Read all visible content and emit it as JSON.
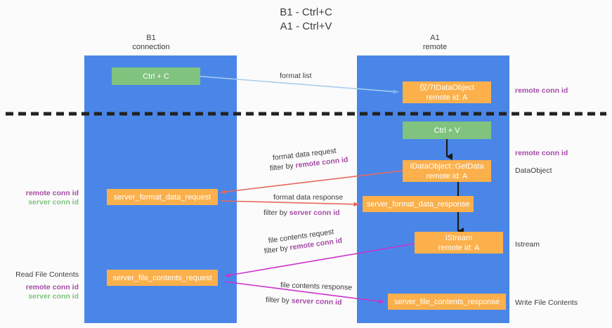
{
  "title": {
    "line1": "B1 - Ctrl+C",
    "line2": "A1 - Ctrl+V"
  },
  "columns": [
    {
      "name": "B1",
      "role": "connection"
    },
    {
      "name": "A1",
      "role": "remote"
    }
  ],
  "boxes": {
    "ctrl_c": {
      "l1": "Ctrl + C",
      "l2": ""
    },
    "idataobject": {
      "l1": "仅/7IDataObject",
      "l2": "remote id: A"
    },
    "ctrl_v": {
      "l1": "Ctrl + V",
      "l2": ""
    },
    "getdata": {
      "l1": "IDataObject::GetData",
      "l2": "remote id: A"
    },
    "fmt_req": {
      "l1": "server_format_data_request",
      "l2": ""
    },
    "fmt_resp": {
      "l1": "server_format_data_response",
      "l2": ""
    },
    "istream": {
      "l1": "IStream",
      "l2": "remote id: A"
    },
    "file_req": {
      "l1": "server_file_contents_request",
      "l2": ""
    },
    "file_resp": {
      "l1": "server_file_contents_response",
      "l2": ""
    }
  },
  "edges": {
    "format_list": "format list",
    "fmt_data_request": "format data request",
    "fmt_filter_remote_pre": "filter by ",
    "fmt_filter_remote": "remote conn id",
    "fmt_data_response": "format data response",
    "fmt_filter_server_pre": "filter by ",
    "fmt_filter_server": "server conn id",
    "file_request": "file contents request",
    "file_filter_remote_pre": "filter by ",
    "file_filter_remote": "remote conn id",
    "file_response": "file contents response",
    "file_filter_server_pre": "filter by ",
    "file_filter_server": "server conn id"
  },
  "side_labels": {
    "right_remote_conn_top": "remote conn id",
    "right_remote_conn_mid": "remote conn id",
    "right_dataobject": "DataObject",
    "right_istream": "Istream",
    "right_write_file": "Write File Contents",
    "left_remote_conn": "remote conn id",
    "left_server_conn": "server conn id",
    "left_read_file": "Read File Contents",
    "left_remote_conn2": "remote conn id",
    "left_server_conn2": "server conn id"
  },
  "colors": {
    "lane": "#4a86e8",
    "green_box": "#7fc37f",
    "orange_box": "#fbb04b",
    "purple_text": "#a64ca6",
    "green_text": "#7fc37f",
    "arrow_blue": "#a8cdf0",
    "arrow_red": "#e8685d",
    "arrow_magenta": "#cc33cc",
    "arrow_black": "#1a1a1a",
    "background": "#fbfbfb"
  }
}
